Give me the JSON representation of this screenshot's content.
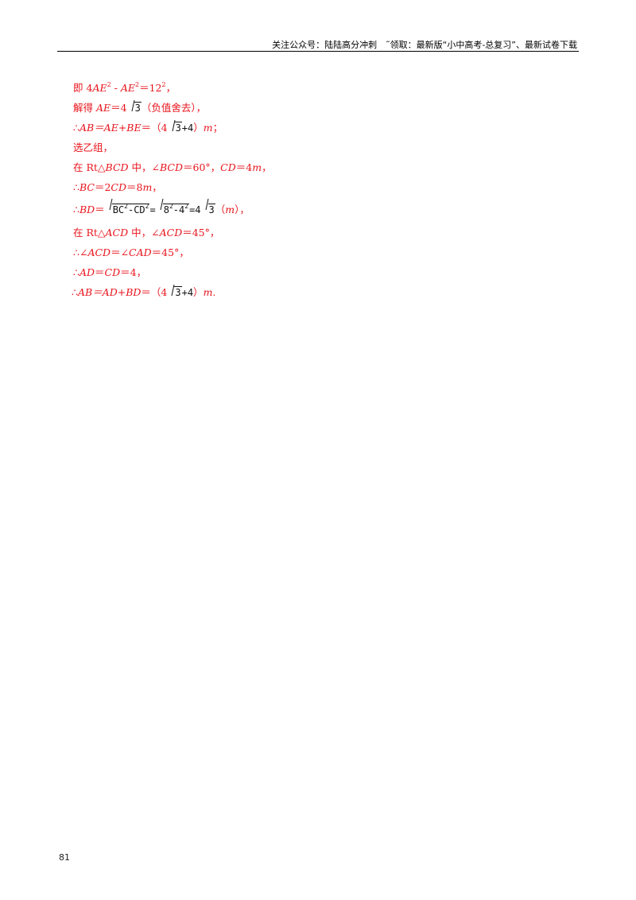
{
  "header": {
    "text": "关注公众号：陆陆高分冲刺　˜领取：最新版“小中高考-总复习”、最新试卷下载"
  },
  "lines": {
    "l1": {
      "a": "即 4",
      "b": "AE",
      "c": "2",
      "d": " - ",
      "e": "AE",
      "f": "2",
      "g": "＝12",
      "h": "2",
      "i": "，"
    },
    "l2": {
      "a": "解得 ",
      "b": "AE",
      "c": "＝4",
      "r": "3",
      "d": "（负值舍去），"
    },
    "l3": {
      "a": "∴",
      "b": "AB＝AE+BE",
      "c": "＝（4",
      "r": "3",
      "d": "+4",
      "e": "）",
      "f": "m",
      "g": "；"
    },
    "l4": {
      "a": "选乙组，"
    },
    "l5": {
      "a": "在 Rt△",
      "b": "BCD",
      "c": " 中，∠",
      "d": "BCD",
      "e": "＝60°，",
      "f": "CD",
      "g": "＝4",
      "h": "m",
      "i": "，"
    },
    "l6": {
      "a": "∴",
      "b": "BC",
      "c": "＝2",
      "d": "CD",
      "e": "＝8",
      "f": "m",
      "g": "，"
    },
    "l7": {
      "a": "∴",
      "b": "BD",
      "c": "＝",
      "r1a": "BC",
      "r1b": "2",
      "r1c": "-CD",
      "r1d": "2",
      "eq1": "=",
      "r2a": "8",
      "r2b": "2",
      "r2c": "-4",
      "r2d": "2",
      "eq2": "=4",
      "r3": "3",
      "d": "（",
      "e": "m",
      "f": "），"
    },
    "l8": {
      "a": "在 Rt△",
      "b": "ACD",
      "c": " 中，∠",
      "d": "ACD",
      "e": "＝45°，"
    },
    "l9": {
      "a": "∴∠",
      "b": "ACD",
      "c": "＝∠",
      "d": "CAD",
      "e": "＝45°，"
    },
    "l10": {
      "a": "∴",
      "b": "AD",
      "c": "＝",
      "d": "CD",
      "e": "＝4，"
    },
    "l11": {
      "a": "∴",
      "b": "AB＝AD+BD",
      "c": "＝（4",
      "r": "3",
      "d": "+4",
      "e": "）",
      "f": "m",
      "g": "."
    }
  },
  "page_number": "81"
}
